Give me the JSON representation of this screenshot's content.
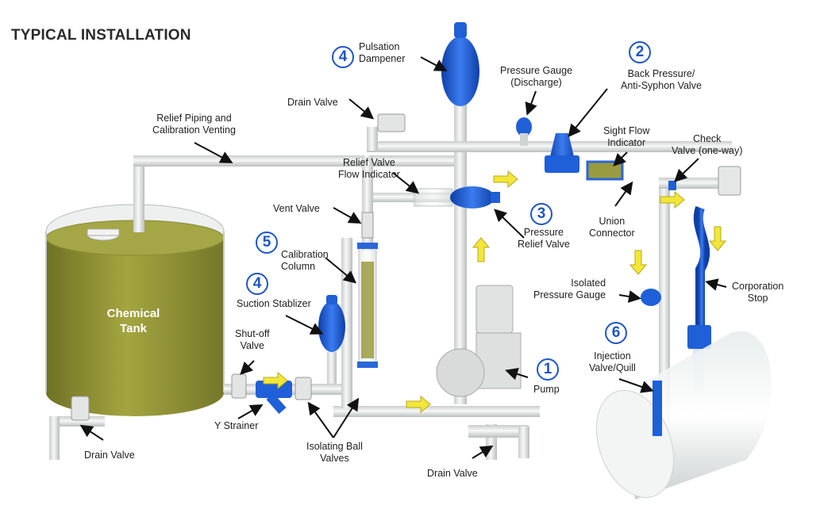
{
  "title": "TYPICAL INSTALLATION",
  "tank_label": "Chemical\nTank",
  "badges": {
    "pump": "1",
    "back_pressure": "2",
    "pressure_relief": "3",
    "pulsation": "4",
    "suction": "4",
    "calibration": "5",
    "injection": "6"
  },
  "labels": {
    "pulsation_dampener": "Pulsation\nDampener",
    "pressure_gauge_discharge": "Pressure Gauge\n(Discharge)",
    "back_pressure": "Back Pressure/\nAnti-Syphon Valve",
    "drain_valve_top": "Drain Valve",
    "relief_piping": "Relief Piping and\nCalibration Venting",
    "relief_valve_flow": "Relief Valve\nFlow Indicator",
    "sight_flow": "Sight Flow\nIndicator",
    "check_valve": "Check\nValve (one-way)",
    "vent_valve": "Vent Valve",
    "pressure_relief_valve": "Pressure\nRelief Valve",
    "union_connector": "Union\nConnector",
    "calibration_column": "Calibration\nColumn",
    "suction_stabilizer": "Suction Stablizer",
    "isolated_pressure_gauge": "Isolated\nPressure Gauge",
    "corporation_stop": "Corporation\nStop",
    "shutoff_valve": "Shut-off\nValve",
    "injection_valve": "Injection\nValve/Quill",
    "pump": "Pump",
    "y_strainer": "Y Strainer",
    "isolating_ball_valves": "Isolating Ball\nValves",
    "drain_valve_left": "Drain Valve",
    "drain_valve_bottom": "Drain Valve"
  },
  "colors": {
    "pipe": "#e6e8e6",
    "pipe_edge": "#9aa0a0",
    "blue_part": "#1f5fd8",
    "tank_liquid": "#8e8f34",
    "flow_arrow": "#f2e63a",
    "badge": "#1f55c8"
  }
}
